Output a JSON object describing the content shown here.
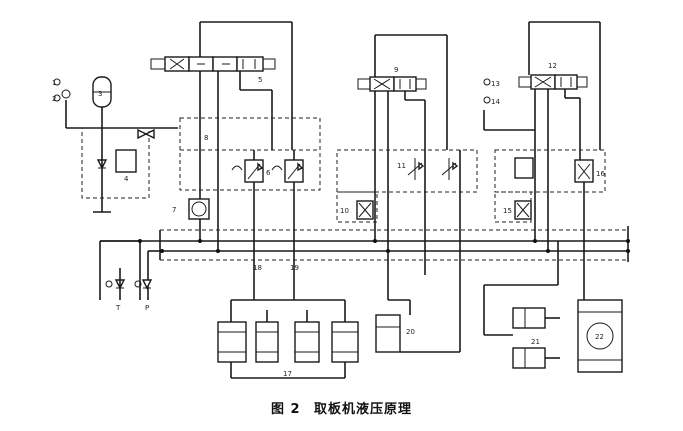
{
  "figure": {
    "number": "图 2",
    "title": "取板机液压原理"
  },
  "labels": {
    "l1": "1",
    "l2": "2",
    "l3": "3",
    "l4": "4",
    "l5": "5",
    "l6": "6",
    "l7": "7",
    "l8": "8",
    "l9": "9",
    "l10": "10",
    "l11": "11",
    "l12": "12",
    "l13": "13",
    "l14": "14",
    "l15": "15",
    "l16": "16",
    "l17": "17",
    "l18": "18",
    "l19": "19",
    "l20": "20",
    "l21": "21",
    "l22": "22",
    "lT": "T",
    "lP": "P"
  }
}
